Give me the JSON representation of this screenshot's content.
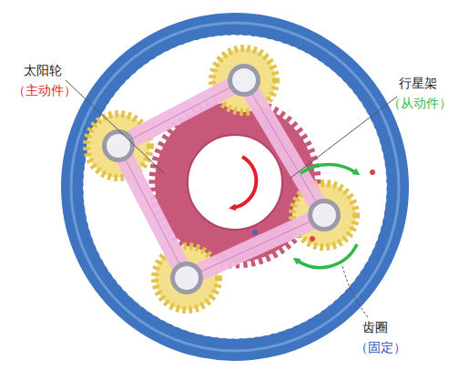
{
  "diagram": {
    "labels": [
      "太阳轮",
      "（主动件）",
      "行星架",
      "（从动件）",
      "齿圈",
      "（固定）"
    ]
  }
}
